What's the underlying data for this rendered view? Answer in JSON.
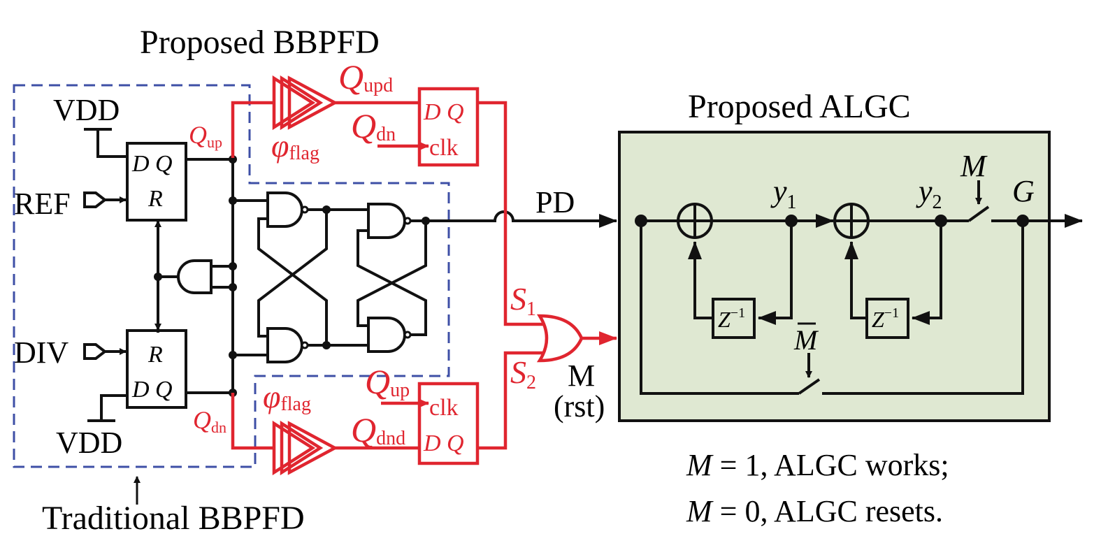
{
  "labels": {
    "proposed_bbpfd": "Proposed BBPFD",
    "proposed_algc": "Proposed ALGC",
    "traditional_bbpfd": "Traditional BBPFD",
    "vdd_top": "VDD",
    "vdd_bottom": "VDD",
    "ref": "REF",
    "div": "DIV",
    "pd": "PD",
    "m_out": "M",
    "rst": "(rst)",
    "dff_top_dq": "D Q",
    "dff_top_r": "R",
    "dff_bot_r": "R",
    "dff_bot_dq": "D Q",
    "q_up_main": "Q",
    "q_up_sub": "up",
    "q_dn_main": "Q",
    "q_dn_sub": "dn",
    "q_upd_main": "Q",
    "q_upd_sub": "upd",
    "q_dn2_main": "Q",
    "q_dn2_sub": "dn",
    "q_up2_main": "Q",
    "q_up2_sub": "up",
    "q_dnd_main": "Q",
    "q_dnd_sub": "dnd",
    "phi_top_main": "φ",
    "phi_top_sub": "flag",
    "phi_bot_main": "φ",
    "phi_bot_sub": "flag",
    "red_dff_top_dq": "D Q",
    "red_dff_top_clk": "clk",
    "red_dff_bot_clk": "clk",
    "red_dff_bot_dq": "D Q",
    "s1_main": "S",
    "s1_sub": "1",
    "s2_main": "S",
    "s2_sub": "2",
    "y1_main": "y",
    "y1_sub": "1",
    "y2_main": "y",
    "y2_sub": "2",
    "m_switch": "M",
    "mbar_switch": "M",
    "g_out": "G",
    "z1_main": "Z",
    "z1_sup": "−1",
    "z2_main": "Z",
    "z2_sup": "−1",
    "note1_var": "M",
    "note1_rest": " = 1, ALGC works;",
    "note2_var": "M",
    "note2_rest": " = 0, ALGC resets."
  },
  "colors": {
    "proposed_path": "#e0252f",
    "traditional_box": "#3e4fa6",
    "algc_fill": "#dfe8d2",
    "wire": "#111111"
  }
}
